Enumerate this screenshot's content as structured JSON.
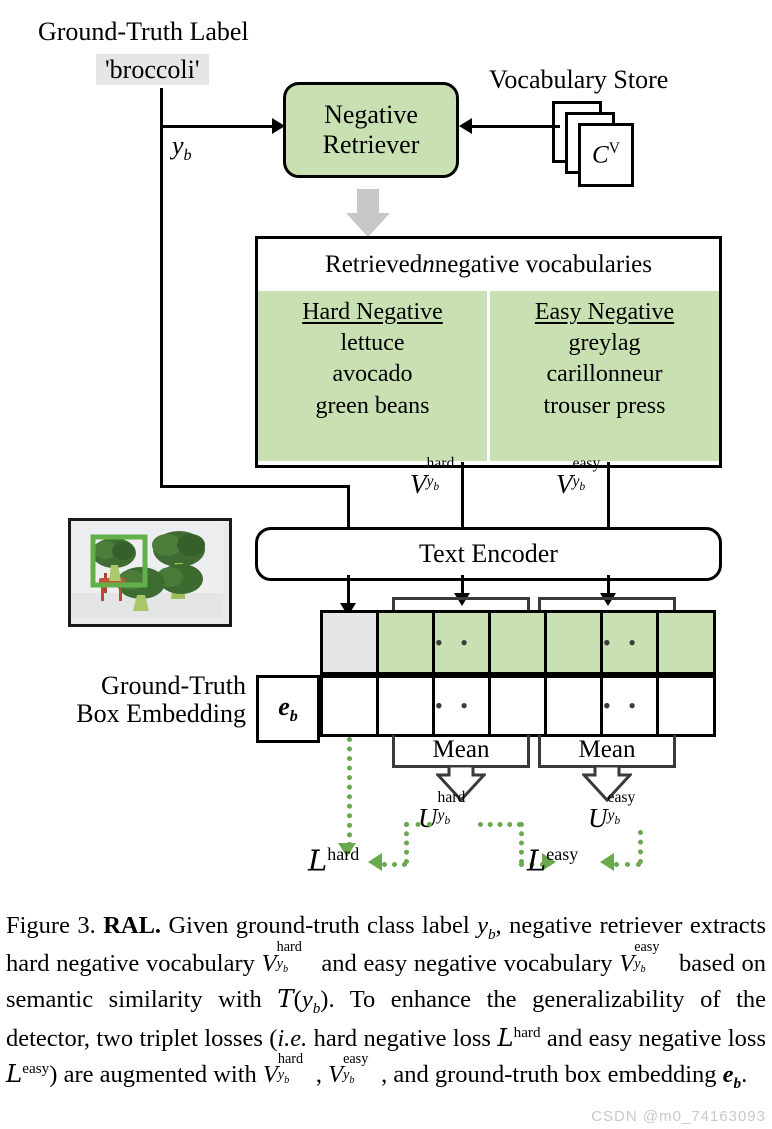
{
  "figure": {
    "number": "Figure 3.",
    "bold_title": "RAL.",
    "caption_rest": " Given ground-truth class label y_b, negative retriever extracts hard negative vocabulary V_yb^hard and easy negative vocabulary V_yb^easy based on semantic similarity with T(y_b). To enhance the generalizability of the detector, two triplet losses (i.e. hard negative loss L^hard and easy negative loss L^easy) are augmented with V_yb^hard, V_yb^easy, and ground-truth box embedding e_b."
  },
  "labels": {
    "ground_truth_label": "Ground-Truth Label",
    "class_value": "'broccoli'",
    "y_b": "y",
    "y_b_sub": "b",
    "vocabulary_store": "Vocabulary Store",
    "vocab_card_symbol": "C",
    "vocab_card_sup": "V",
    "ground_truth_box_embedding_line1": "Ground-Truth",
    "ground_truth_box_embedding_line2": "Box Embedding",
    "eb_symbol": "e",
    "eb_sub": "b"
  },
  "retriever": {
    "line1": "Negative",
    "line2": "Retriever"
  },
  "vocab_panel": {
    "title_prefix": "Retrieved ",
    "title_n": "n",
    "title_suffix": " negative vocabularies",
    "columns": [
      {
        "heading": "Hard Negative",
        "items": [
          "lettuce",
          "avocado",
          "green beans"
        ]
      },
      {
        "heading": "Easy Negative",
        "items": [
          "greylag",
          "carillonneur",
          "trouser press"
        ]
      }
    ]
  },
  "flow_labels": {
    "v_hard_base": "V",
    "v_hard_sup": "hard",
    "v_hard_sub": "y",
    "v_hard_sub2": "b",
    "v_easy_base": "V",
    "v_easy_sup": "easy",
    "u_hard_base": "U",
    "u_hard_sup": "hard",
    "u_easy_base": "U",
    "u_easy_sup": "easy",
    "loss_hard_base": "L",
    "loss_hard_sup": "hard",
    "loss_easy_base": "L",
    "loss_easy_sup": "easy"
  },
  "encoder": {
    "label": "Text Encoder"
  },
  "mean": {
    "label_hard": "Mean",
    "label_easy": "Mean"
  },
  "grid": {
    "top_row_cells": [
      "grey",
      "green",
      "green",
      "green",
      "green",
      "green",
      "green"
    ],
    "bottom_row_cells": [
      "white",
      "white",
      "white",
      "white",
      "white",
      "white",
      "white"
    ],
    "ellipsis": "• • •"
  },
  "colors": {
    "green_fill": "#c8e0b2",
    "grey_fill": "#e6e6e6",
    "grey_arrow": "#c8c8c8",
    "green_dotted": "#6aa84f",
    "box_border": "#000000",
    "bbox_green": "#63b04a"
  },
  "watermark": {
    "text": "CSDN @m0_74163093"
  }
}
